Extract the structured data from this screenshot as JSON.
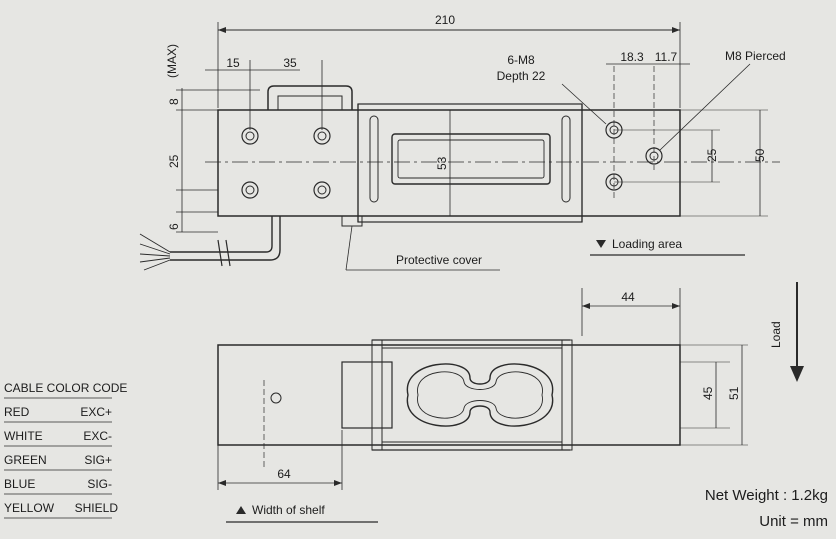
{
  "top_view": {
    "overall_length": "210",
    "max_label": "(MAX)",
    "dim_15": "15",
    "dim_35": "35",
    "dim_8": "8",
    "dim_25_left": "25",
    "dim_6": "6",
    "dim_53": "53",
    "hole_spec": "6-M8",
    "hole_depth": "Depth 22",
    "dim_18_3": "18.3",
    "dim_11_7": "11.7",
    "m8_pierced": "M8 Pierced",
    "dim_25_right": "25",
    "dim_50": "50",
    "protective_cover": "Protective cover",
    "loading_area": "Loading area"
  },
  "bottom_view": {
    "dim_44": "44",
    "dim_45": "45",
    "dim_51": "51",
    "dim_64": "64",
    "width_of_shelf": "Width of shelf",
    "load_label": "Load"
  },
  "cable_color_code": {
    "title": "CABLE COLOR CODE",
    "rows": [
      {
        "color": "RED",
        "signal": "EXC+"
      },
      {
        "color": "WHITE",
        "signal": "EXC-"
      },
      {
        "color": "GREEN",
        "signal": "SIG+"
      },
      {
        "color": "BLUE",
        "signal": "SIG-"
      },
      {
        "color": "YELLOW",
        "signal": "SHIELD"
      }
    ]
  },
  "notes": {
    "net_weight": "Net Weight : 1.2kg",
    "unit": "Unit = mm"
  }
}
